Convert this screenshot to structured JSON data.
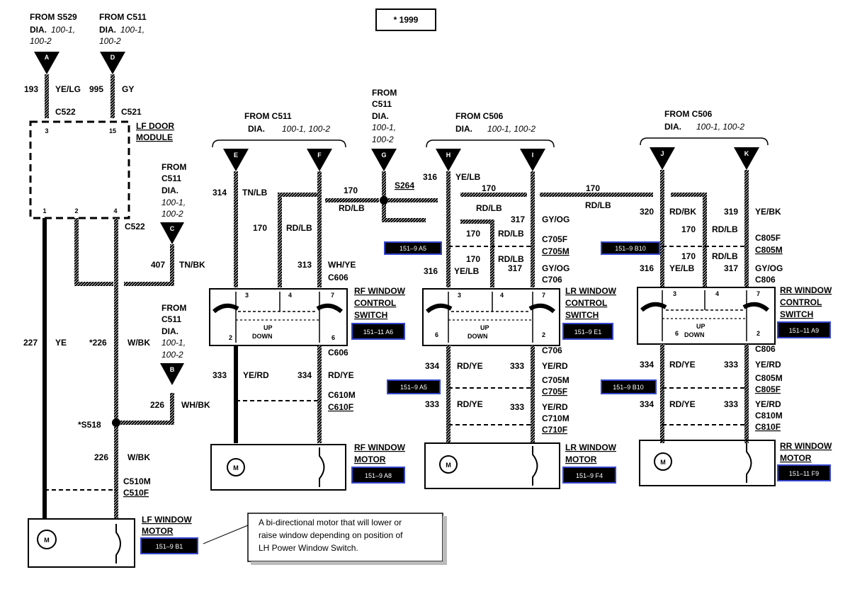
{
  "title_box": "* 1999",
  "note": {
    "lines": [
      "A bi-directional motor that will lower or",
      "raise window depending on position of",
      "LH Power Window Switch."
    ]
  },
  "sources": {
    "A": {
      "letter": "A",
      "line1": "FROM S529",
      "line2": "DIA.",
      "line2b": "100-1,",
      "line3": "100-2"
    },
    "D": {
      "letter": "D",
      "line1": "FROM C511",
      "line2": "DIA.",
      "line2b": "100-1,",
      "line3": "100-2"
    },
    "C": {
      "letter": "C",
      "line1": "FROM",
      "line2": "C511",
      "line3": "DIA.",
      "line4": "100-1,",
      "line5": "100-2"
    },
    "B": {
      "letter": "B",
      "line1": "FROM",
      "line2": "C511",
      "line3": "DIA.",
      "line4": "100-1,",
      "line5": "100-2"
    },
    "G": {
      "letter": "G",
      "line1": "FROM",
      "line2": "C511",
      "line3": "DIA.",
      "line4": "100-1,",
      "line5": "100-2"
    },
    "EF": {
      "line1": "FROM C511",
      "dia": "DIA.",
      "dia_ref": "100-1, 100-2",
      "e": "E",
      "f": "F"
    },
    "HI": {
      "line1": "FROM C506",
      "dia": "DIA.",
      "dia_ref": "100-1, 100-2",
      "h": "H",
      "i": "I"
    },
    "JK": {
      "line1": "FROM C506",
      "dia": "DIA.",
      "dia_ref": "100-1, 100-2",
      "j": "J",
      "k": "K"
    }
  },
  "circuits": {
    "c193": "193",
    "c193c": "YE/LG",
    "c995": "995",
    "c995c": "GY",
    "c407": "407",
    "c407c": "TN/BK",
    "c227": "227",
    "c227c": "YE",
    "c226a": "*226",
    "c226ac": "W/BK",
    "c226b": "226",
    "c226bc": "WH/BK",
    "c226c": "226",
    "c226cc": "W/BK",
    "c314": "314",
    "c314c": "TN/LB",
    "c170a": "170",
    "c170ac": "RD/LB",
    "c313": "313",
    "c313c": "WH/YE",
    "c170b": "170",
    "c170bc": "RD/LB",
    "c316a": "316",
    "c316ac": "YE/LB",
    "c170c": "170",
    "c170cc": "RD/LB",
    "c317a": "317",
    "c317ac": "GY/OG",
    "c170d": "170",
    "c170dc": "RD/LB",
    "c170e": "170",
    "c170ec": "RD/LB",
    "c316b": "316",
    "c316bc": "YE/LB",
    "c317b": "317",
    "c317bc": "GY/OG",
    "c170f": "170",
    "c170fc": "RD/LB",
    "c320": "320",
    "c320c": "RD/BK",
    "c319": "319",
    "c319c": "YE/BK",
    "c170g": "170",
    "c170gc": "RD/LB",
    "c170h": "170",
    "c170hc": "RD/LB",
    "c316c": "316",
    "c316cc": "YE/LB",
    "c317c": "317",
    "c317cc": "GY/OG",
    "rf333": "333",
    "rf333c": "YE/RD",
    "rf334": "334",
    "rf334c": "RD/YE",
    "lr334a": "334",
    "lr334ac": "RD/YE",
    "lr333a": "333",
    "lr333ac": "YE/RD",
    "lr333b": "333",
    "lr333bc": "RD/YE",
    "lr333c": "333",
    "lr333cc": "YE/RD",
    "rr334a": "334",
    "rr334ac": "RD/YE",
    "rr333a": "333",
    "rr333ac": "YE/RD",
    "rr334b": "334",
    "rr334bc": "RD/YE",
    "rr333b": "333",
    "rr333bc": "YE/RD"
  },
  "connectors": {
    "c522a": "C522",
    "c521": "C521",
    "c522b": "C522",
    "c510m": "C510M",
    "c510f": "C510F",
    "s518": "*S518",
    "s264": "S264",
    "c606a": "C606",
    "c606b": "C606",
    "c610m": "C610M",
    "c610f": "C610F",
    "c705f": "C705F",
    "c705m": "C705M",
    "c706a": "C706",
    "c706b": "C706",
    "c705m2": "C705M",
    "c705f2": "C705F",
    "c710m": "C710M",
    "c710f": "C710F",
    "c805f": "C805F",
    "c805m": "C805M",
    "c806a": "C806",
    "c806b": "C806",
    "c805m2": "C805M",
    "c805f2": "C805F",
    "c810m": "C810M",
    "c810f": "C810F"
  },
  "components": {
    "lf_door_module": [
      "LF DOOR",
      "MODULE"
    ],
    "lf_pins": {
      "p3": "3",
      "p15": "15",
      "p1": "1",
      "p2": "2",
      "p4": "4"
    },
    "lf_motor": [
      "LF WINDOW",
      "MOTOR"
    ],
    "rf_switch": [
      "RF WINDOW",
      "CONTROL",
      "SWITCH"
    ],
    "lr_switch": [
      "LR WINDOW",
      "CONTROL",
      "SWITCH"
    ],
    "rr_switch": [
      "RR WINDOW",
      "CONTROL",
      "SWITCH"
    ],
    "rf_motor": [
      "RF WINDOW",
      "MOTOR"
    ],
    "lr_motor": [
      "LR WINDOW",
      "MOTOR"
    ],
    "rr_motor": [
      "RR WINDOW",
      "MOTOR"
    ],
    "sw_pins": {
      "p3": "3",
      "p4": "4",
      "p7": "7",
      "p2": "2",
      "p6": "6"
    },
    "up": "UP",
    "down": "DOWN",
    "m": "M"
  },
  "refs": {
    "r1": "151–9 A5",
    "r2": "151–9 B10",
    "r3": "151–11 A6",
    "r4": "151–9 E1",
    "r5": "151–11 A9",
    "r6": "151–9 A5",
    "r7": "151–9 B10",
    "r8": "151–9 A8",
    "r9": "151–9 F4",
    "r10": "151–11 F9",
    "r11": "151–9 B1"
  }
}
